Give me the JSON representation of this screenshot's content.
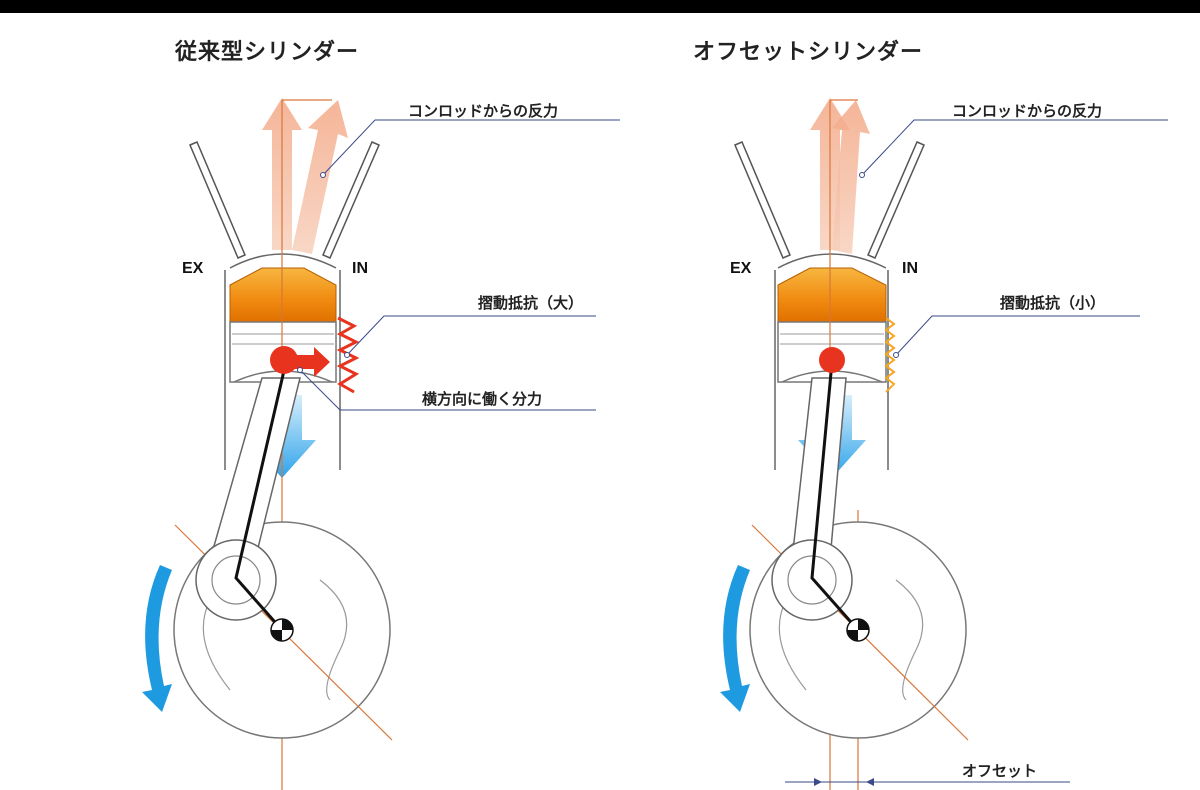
{
  "left_panel": {
    "title": "従来型シリンダー",
    "label_reaction": "コンロッドからの反力",
    "label_friction": "摺動抵抗（大）",
    "label_lateral": "横方向に働く分力",
    "label_ex": "EX",
    "label_in": "IN"
  },
  "right_panel": {
    "title": "オフセットシリンダー",
    "label_reaction": "コンロッドからの反力",
    "label_friction": "摺動抵抗（小）",
    "label_ex": "EX",
    "label_in": "IN",
    "label_offset": "オフセット"
  },
  "colors": {
    "piston_orange": "#f39a1e",
    "force_red": "#e8331e",
    "arrow_salmon": "#f4b89a",
    "arrow_blue": "#3aa8e8",
    "rotation_blue": "#1e9be0",
    "axis_line": "#d9763a",
    "leader_line": "#3a4a8a"
  }
}
